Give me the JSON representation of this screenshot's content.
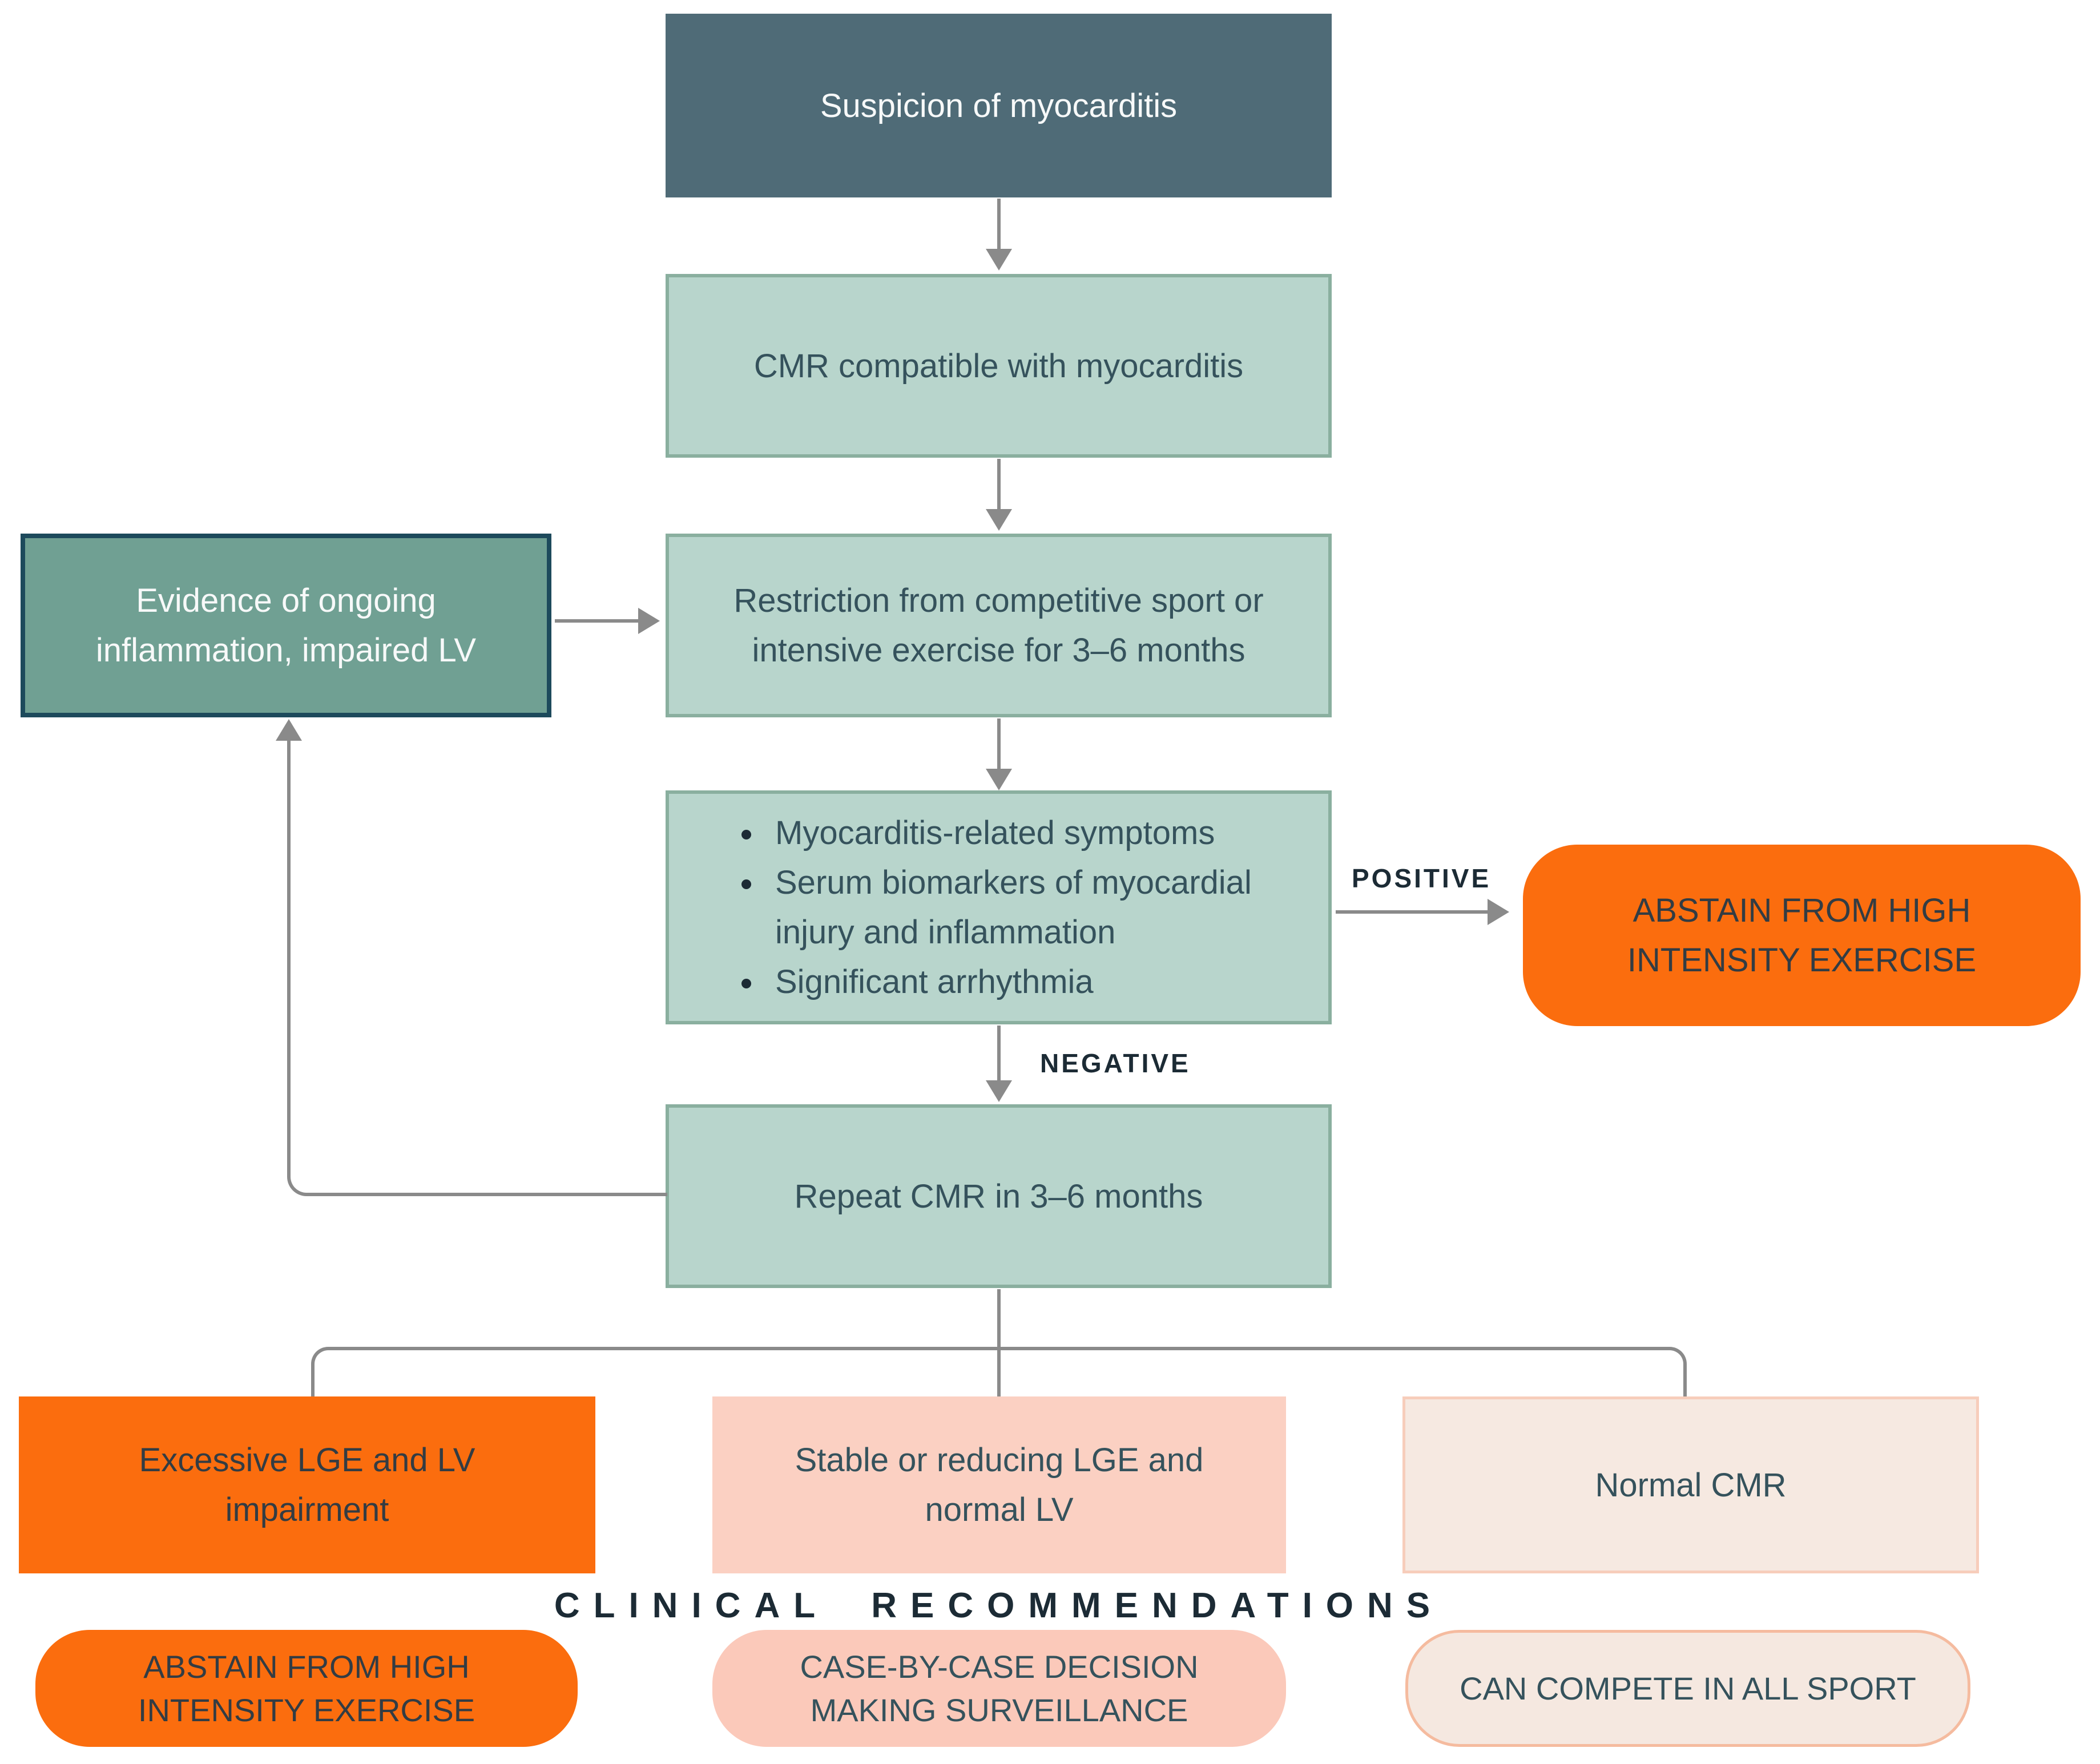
{
  "palette": {
    "dark_slate": "#4f6b77",
    "sage_fill": "#b8d5cc",
    "sage_border": "#8aaf9f",
    "teal_fill": "#70a093",
    "teal_border": "#1d4a5c",
    "orange": "#fb6d0e",
    "pink_fill": "#fbd0c2",
    "pink_soft": "#fbc9ba",
    "cream_fill": "#f6e9e1",
    "cream_border": "#f7cdbb",
    "connector_gray": "#8a8a8a",
    "ink_dark": "#1c2b35",
    "box_text_dark": "#35525c",
    "white_text": "#f7f9f9"
  },
  "flow": {
    "suspicion": "Suspicion of myocarditis",
    "cmr_compatible": "CMR compatible with myocarditis",
    "evidence": "Evidence of ongoing inflammation, impaired LV",
    "restriction": "Restriction from competitive sport or intensive exercise for 3–6 months",
    "criteria": [
      "Myocarditis-related symptoms",
      "Serum biomarkers of myocardial injury and inflammation",
      "Significant arrhythmia"
    ],
    "positive_label": "POSITIVE",
    "negative_label": "NEGATIVE",
    "positive_result": "ABSTAIN FROM HIGH INTENSITY EXERCISE",
    "repeat_cmr": "Repeat CMR in 3–6 months"
  },
  "outcomes": [
    {
      "label": "Excessive LGE and LV impairment",
      "recommendation": "ABSTAIN FROM HIGH INTENSITY EXERCISE"
    },
    {
      "label": "Stable or reducing LGE and normal LV",
      "recommendation": "CASE-BY-CASE DECISION MAKING SURVEILLANCE"
    },
    {
      "label": "Normal CMR",
      "recommendation": "CAN COMPETE IN ALL SPORT"
    }
  ],
  "heading": "CLINICAL RECOMMENDATIONS"
}
